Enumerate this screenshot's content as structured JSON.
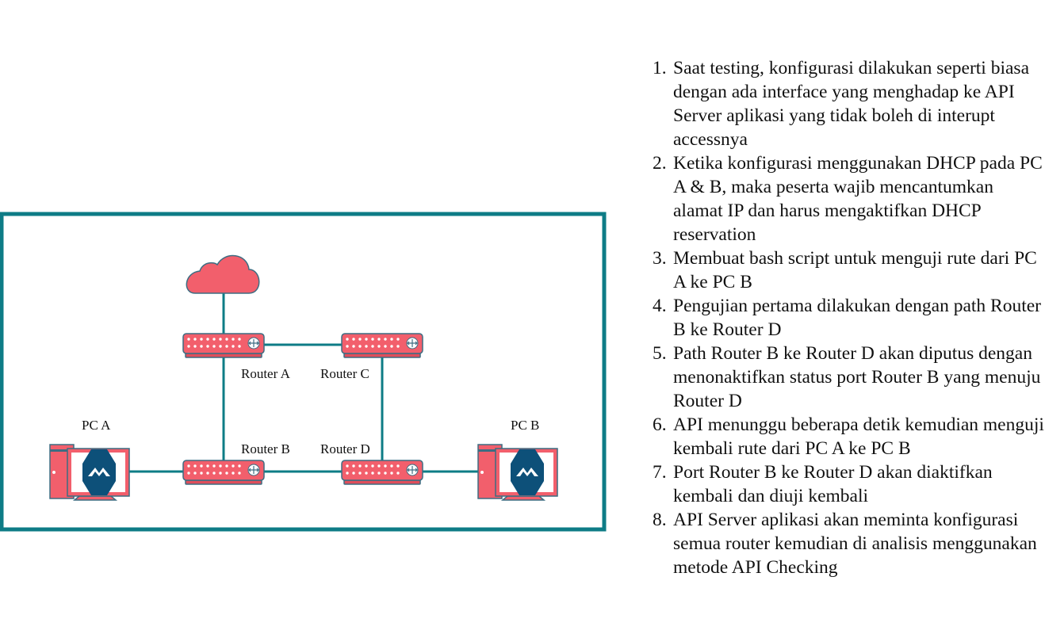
{
  "diagram": {
    "nodes": {
      "internet": {
        "icon": "cloud-icon"
      },
      "router_a": {
        "label": "Router A",
        "icon": "router-icon"
      },
      "router_b": {
        "label": "Router B",
        "icon": "router-icon"
      },
      "router_c": {
        "label": "Router C",
        "icon": "router-icon"
      },
      "router_d": {
        "label": "Router D",
        "icon": "router-icon"
      },
      "pc_a": {
        "label": "PC A",
        "icon": "mikrotik-pc-icon"
      },
      "pc_b": {
        "label": "PC B",
        "icon": "mikrotik-pc-icon"
      }
    },
    "links": [
      [
        "internet",
        "router_a"
      ],
      [
        "router_a",
        "router_c"
      ],
      [
        "router_a",
        "router_b"
      ],
      [
        "router_c",
        "router_d"
      ],
      [
        "router_b",
        "router_d"
      ],
      [
        "pc_a",
        "router_b"
      ],
      [
        "router_d",
        "pc_b"
      ]
    ],
    "colors": {
      "frame": "#0e7c86",
      "link": "#0e7c86",
      "device": "#f25f6c",
      "device_outline": "#3d6d82",
      "pc_logo": "#0d5079"
    }
  },
  "steps": [
    {
      "num": "1.",
      "text": "Saat testing, konfigurasi dilakukan seperti biasa dengan ada interface yang menghadap ke API Server aplikasi yang tidak boleh di interupt accessnya"
    },
    {
      "num": "2.",
      "text": "Ketika konfigurasi menggunakan DHCP pada PC A & B, maka peserta wajib mencantumkan alamat IP dan harus mengaktifkan DHCP reservation"
    },
    {
      "num": "3.",
      "text": "Membuat bash script untuk menguji rute dari PC A ke PC B"
    },
    {
      "num": "4.",
      "text": "Pengujian pertama dilakukan dengan path Router B ke Router D"
    },
    {
      "num": "5.",
      "text": "Path Router B ke Router D akan diputus dengan menonaktifkan status port Router B yang menuju Router D"
    },
    {
      "num": "6.",
      "text": "API menunggu beberapa detik kemudian menguji kembali rute  dari PC A ke PC B"
    },
    {
      "num": "7.",
      "text": "Port Router B ke Router D akan diaktifkan kembali dan diuji kembali"
    },
    {
      "num": "8.",
      "text": "API Server aplikasi akan meminta konfigurasi semua router kemudian di analisis menggunakan metode API Checking"
    }
  ]
}
